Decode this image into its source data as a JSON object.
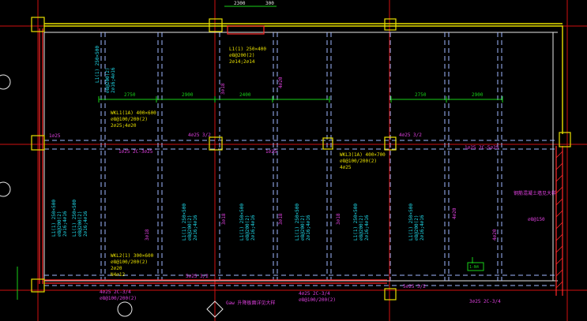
{
  "drawing": {
    "top_dims": [
      "2300",
      "300"
    ],
    "beam_tag_top": [
      "L1(1) 250×400",
      "⌀8@200(2)",
      "2⌀14;2⌀14"
    ],
    "upper_spans": [
      "2750",
      "2900",
      "2400",
      "2750",
      "2900"
    ],
    "beam_tag_left": [
      "WKL1(1A) 400×600",
      "⌀8@100/200(2)",
      "2⌀25;4⌀20"
    ],
    "beam_tag_center": [
      "WKL3(1A) 400×700",
      "⌀8@100/200(2)",
      "4⌀25"
    ],
    "beam_tag_right_top": "1⌀25 2C-5⌀25",
    "mid_beam_tags": [
      "1⌀25 2C-3⌀25",
      "4⌀25 3/2",
      "4⌀25 3/2"
    ],
    "left_col_marks": [
      "1⌀25",
      "1⌀25"
    ],
    "vertical_beams": [
      {
        "lines": [
          "L1(1) 250×500",
          "⌀8@200(2)",
          "2⌀16;4⌀16"
        ]
      },
      {
        "lines": [
          "L1(1) 250×500",
          "⌀8@200(2)",
          "2⌀16;4⌀16"
        ]
      },
      {
        "lines": [
          "L1(1) 250×500",
          "⌀8@200(2)",
          "2⌀16;4⌀16"
        ]
      },
      {
        "lines": [
          "L1(1) 250×500",
          "⌀8@200(2)",
          "2⌀16;4⌀16"
        ]
      },
      {
        "lines": [
          "L1(1) 250×500",
          "⌀8@200(2)",
          "2⌀16;4⌀16"
        ]
      },
      {
        "lines": [
          "L1(1) 250×500",
          "⌀8@200(2)",
          "2⌀16;4⌀16"
        ]
      },
      {
        "lines": [
          "L1(1) 250×500",
          "⌀8@200(2)",
          "2⌀16;4⌀16"
        ]
      },
      {
        "lines": [
          "L1(1) 250×500",
          "⌀8@200(2)",
          "2⌀16;4⌀16"
        ]
      }
    ],
    "vert_marks": [
      "3⌀18",
      "3⌀18",
      "3⌀18",
      "3⌀18",
      "4⌀20",
      "4⌀20",
      "3⌀18",
      "4⌀20"
    ],
    "bottom_left_tag": [
      "WKL2(1) 300×600",
      "⌀8@100/200(2)",
      "2⌀20",
      "N4⌀12"
    ],
    "bottom_beam_marks": [
      "5⌀25 3/2",
      "5⌀25 3/2"
    ],
    "note_right": "钢筋混凝土墙见大样",
    "note_right_sub": "⌀8@150",
    "note_bottom": "Gaw 升降板面详见大样",
    "bottom_tags": [
      "4⌀25 2C-3/4",
      "⌀8@100/200(2)",
      "4⌀25 2C-3/4",
      "⌀8@100/200(2)"
    ],
    "green_box": "1-N4",
    "bottom_right_marks": [
      "3⌀25 2C-3/4"
    ]
  }
}
